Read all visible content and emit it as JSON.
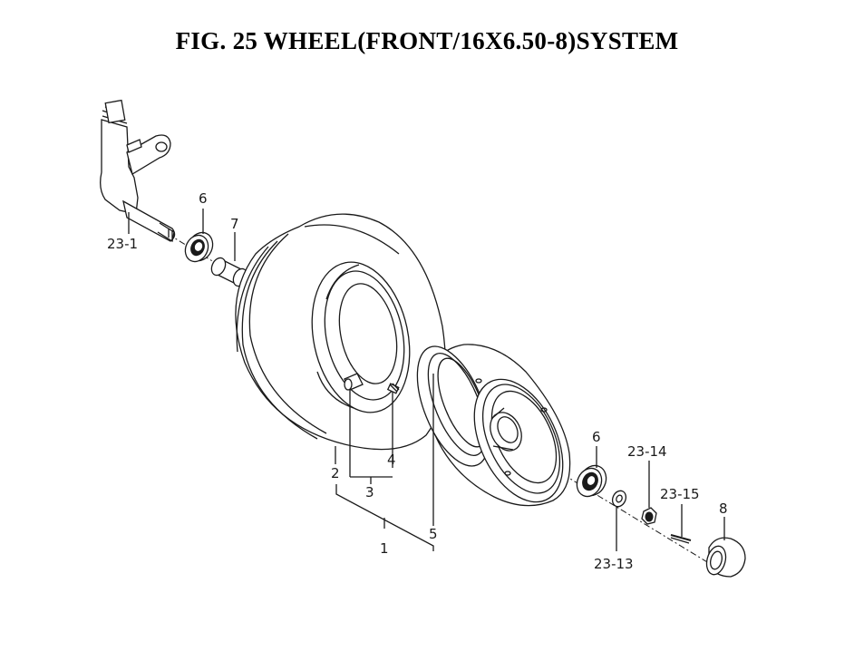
{
  "title": "FIG. 25  WHEEL(FRONT/16X6.50-8)SYSTEM",
  "labels": {
    "p23_1": "23-1",
    "p6a": "6",
    "p7": "7",
    "p2": "2",
    "p3": "3",
    "p4": "4",
    "p1": "1",
    "p5": "5",
    "p6b": "6",
    "p23_14": "23-14",
    "p23_15": "23-15",
    "p8": "8",
    "p23_13": "23-13"
  }
}
